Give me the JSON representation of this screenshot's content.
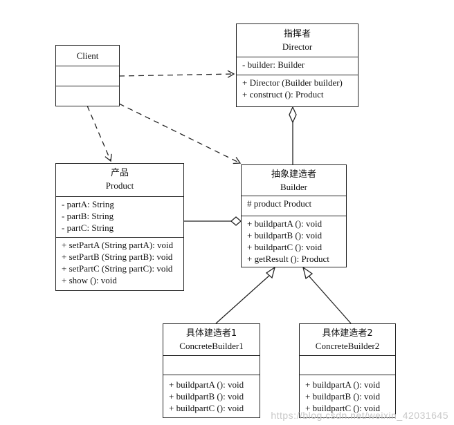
{
  "client": {
    "name": "Client"
  },
  "director": {
    "name_cn": "指挥者",
    "name_en": "Director",
    "attributes": [
      "- builder: Builder"
    ],
    "operations": [
      "+ Director (Builder builder)",
      "+ construct (): Product"
    ]
  },
  "product": {
    "name_cn": "产品",
    "name_en": "Product",
    "attributes": [
      "- partA: String",
      "- partB: String",
      "- partC: String"
    ],
    "operations": [
      "+ setPartA (String partA): void",
      "+ setPartB (String partB): void",
      "+ setPartC (String partC): void",
      "+ show (): void"
    ]
  },
  "builder": {
    "name_cn": "抽象建造者",
    "name_en": "Builder",
    "attributes": [
      "# product Product"
    ],
    "operations": [
      "+ buildpartA (): void",
      "+ buildpartB (): void",
      "+ buildpartC (): void",
      "+ getResult (): Product"
    ]
  },
  "concrete1": {
    "name_cn": "具体建造者1",
    "name_en": "ConcreteBuilder1",
    "operations": [
      "+ buildpartA (): void",
      "+ buildpartB (): void",
      "+ buildpartC (): void"
    ]
  },
  "concrete2": {
    "name_cn": "具体建造者2",
    "name_en": "ConcreteBuilder2",
    "operations": [
      "+ buildpartA (): void",
      "+ buildpartB (): void",
      "+ buildpartC (): void"
    ]
  },
  "watermark": "https://blog.csdn.net/weixin_42031645"
}
